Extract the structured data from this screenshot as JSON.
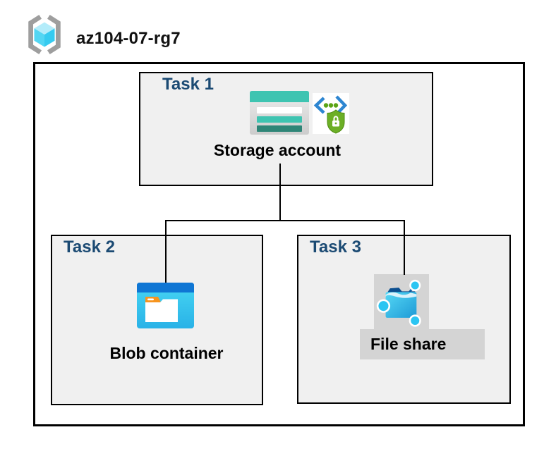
{
  "header": {
    "resource_group_name": "az104-07-rg7",
    "icon": "resource-group-icon"
  },
  "diagram": {
    "tasks": [
      {
        "label": "Task 1",
        "resource": "Storage account",
        "icons": [
          "storage-account-icon",
          "sas-security-icon"
        ]
      },
      {
        "label": "Task 2",
        "resource": "Blob container",
        "icons": [
          "blob-container-icon"
        ]
      },
      {
        "label": "Task 3",
        "resource": "File share",
        "icons": [
          "file-share-icon"
        ]
      }
    ],
    "connections": [
      {
        "from": "Storage account",
        "to": "Blob container"
      },
      {
        "from": "Storage account",
        "to": "File share"
      }
    ]
  },
  "colors": {
    "task_label_navy": "#1B4A73",
    "box_fill_gray": "#F0F0F0",
    "selection_gray": "#D4D4D4",
    "border_black": "#000000",
    "storage_teal": "#3EC4B1",
    "storage_teal_dark": "#2E8577",
    "azure_blue": "#0F76D4",
    "cyan": "#35CCF0",
    "shield_green": "#6CAF26",
    "folder_tab_orange": "#F7941E"
  }
}
